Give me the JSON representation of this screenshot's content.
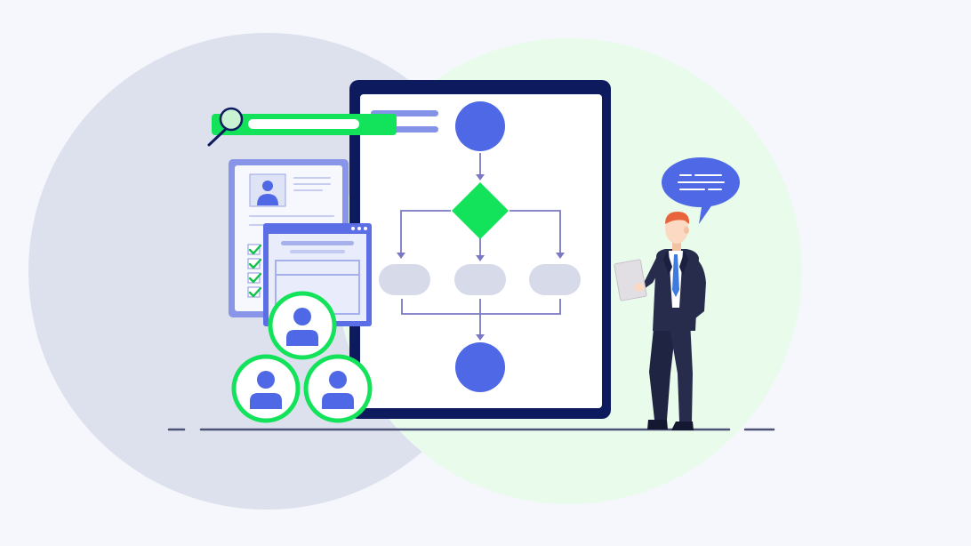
{
  "colors": {
    "background": "#f5f7fc",
    "left_circle": "#dde1ee",
    "right_circle": "#e9fbeb",
    "tablet_frame": "#0e1a5e",
    "screen": "#ffffff",
    "accent_blue": "#4f68e6",
    "accent_green": "#12e35a",
    "node_grey": "#d7dbe9",
    "connector": "#7a78c2",
    "suit": "#272c4c",
    "skin": "#fbd9c2",
    "hair": "#e8643c",
    "ground": "#4d5277"
  },
  "icons": [
    "magnifier-icon",
    "resume-document-icon",
    "browser-window-icon",
    "user-avatar-icon",
    "checkmark-icon",
    "speech-bubble-icon",
    "clipboard-icon"
  ],
  "flowchart": {
    "start_node": "circle",
    "decision_node": "diamond",
    "process_nodes": 3,
    "end_node": "circle"
  },
  "checklist_items_checked": 4,
  "user_avatars": 3
}
